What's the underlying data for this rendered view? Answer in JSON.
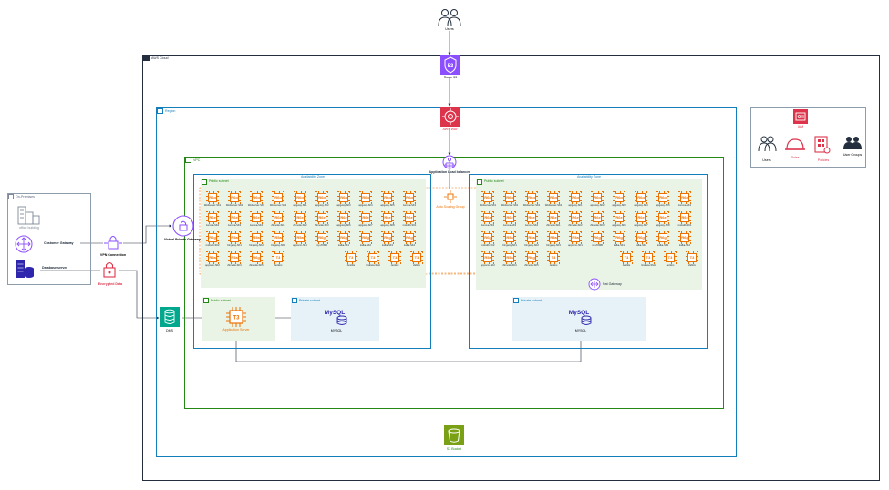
{
  "labels": {
    "users_top": "Users",
    "aws_cloud": "AWS Cloud",
    "route53": "Route 53",
    "route53_glyph": "53",
    "region": "Region",
    "waf": "AWS WAF",
    "vpc": "VPC",
    "alb": "Application Load balancer",
    "az": "Availability Zone",
    "autoscaling": "Auto Scaling Group",
    "public_subnet": "Public subnet",
    "private_subnet": "Private subnet",
    "nat": "Nat Gateway",
    "on_premises": "On-Premises",
    "office_building": "office building",
    "customer_gateway": "Customer Gateway",
    "database_server": "Database server",
    "vpn": "VPN Connection",
    "encrypted": "Encrypted Data",
    "vpg": "Virtual Private Gateway",
    "dms": "DMS",
    "app_server": "Application Server",
    "app_server_glyph": "T3",
    "mysql": "MYSQL",
    "mysql_glyph": "MySQL",
    "s3": "S3 Bucket",
    "iam": "IAM",
    "iam_users": "Users",
    "iam_roles": "Roles",
    "iam_policies": "Policies",
    "iam_groups": "User Groups"
  },
  "instances_left": [
    {
      "t": "R6g",
      "n": "Webserver-SK1"
    },
    {
      "t": "R6g",
      "n": "Webserver-SK2"
    },
    {
      "t": "R6g",
      "n": "Webserver-SK3"
    },
    {
      "t": "R6g",
      "n": "Webserver-SK4"
    },
    {
      "t": "R6g",
      "n": "apigway-SK1"
    },
    {
      "t": "R6g",
      "n": "apigway-SK2"
    },
    {
      "t": "R6g",
      "n": "apigway-SK3"
    },
    {
      "t": "R6g",
      "n": "apigway-SK4"
    },
    {
      "t": "R6g",
      "n": "apigway-SK5"
    },
    {
      "t": "R6g",
      "n": "Jenova-SK1"
    },
    {
      "t": "R6e",
      "n": "Jenova-SK2"
    },
    {
      "t": "R6e",
      "n": "Jenova-SK3"
    },
    {
      "t": "R6e",
      "n": "Jenova-SK4"
    },
    {
      "t": "R6e",
      "n": "Zkmode-SK1"
    },
    {
      "t": "R6e",
      "n": "Zkmode-SK2"
    },
    {
      "t": "R6e",
      "n": "Zkmode-SK3"
    },
    {
      "t": "R6e",
      "n": "apigway-SK6"
    },
    {
      "t": "R6e",
      "n": "apigway-SK7"
    },
    {
      "t": "R6e",
      "n": "apigway-SK8"
    },
    {
      "t": "R6e",
      "n": "rocksdb-SK1"
    },
    {
      "t": "R6g",
      "n": "rocksdb-SK2"
    },
    {
      "t": "R5a",
      "n": "Kingway-SK1"
    },
    {
      "t": "R5a",
      "n": "Kingway-SK2"
    },
    {
      "t": "R5a",
      "n": "Kingway-SK3"
    },
    {
      "t": "R5a",
      "n": "appsvrm-SK1"
    },
    {
      "t": "R6g",
      "n": "my-ZOMB"
    },
    {
      "t": "R6g",
      "n": "kafka-SK1"
    },
    {
      "t": "R6g",
      "n": "kafka-SK2"
    },
    {
      "t": "R6g",
      "n": "kafka-SK3"
    },
    {
      "t": "R6g",
      "n": "kafka-SK4"
    },
    {
      "t": "R5a",
      "n": "appsvrm-SK2"
    },
    {
      "t": "R5a",
      "n": "Zkmode-SK4"
    },
    {
      "t": "R6g",
      "n": "Zkmode-SK5"
    },
    {
      "t": "T3",
      "n": "Jenkins"
    },
    {
      "t": "T3",
      "n": "Ansible"
    },
    {
      "t": "T3",
      "n": "Grafana-SSH"
    },
    {
      "t": "T3",
      "n": "Jenkins"
    },
    {
      "t": "T3",
      "n": "Zabbix"
    }
  ],
  "instances_right": [
    {
      "t": "R6g",
      "n": "Webserver-SK1"
    },
    {
      "t": "R6g",
      "n": "Webserver-SK2"
    },
    {
      "t": "R6g",
      "n": "Webserver-SK3"
    },
    {
      "t": "R6g",
      "n": "Webserver-SK4"
    },
    {
      "t": "R6g",
      "n": "apigway-SK1"
    },
    {
      "t": "R6g",
      "n": "apigway-SK2"
    },
    {
      "t": "R6g",
      "n": "apigway-SK3"
    },
    {
      "t": "R6g",
      "n": "apigway-SK4"
    },
    {
      "t": "R6g",
      "n": "apigway-SK5"
    },
    {
      "t": "R6g",
      "n": "Jenova-SK1"
    },
    {
      "t": "R6e",
      "n": "Jenova-SK2"
    },
    {
      "t": "R6e",
      "n": "Jenova-SK3"
    },
    {
      "t": "R6e",
      "n": "Jenova-SK4"
    },
    {
      "t": "R6e",
      "n": "Zkmode-SK1"
    },
    {
      "t": "R6e",
      "n": "Zkmode-SK2"
    },
    {
      "t": "R6e",
      "n": "Zkmode-SK3"
    },
    {
      "t": "R6e",
      "n": "apigway-SK6"
    },
    {
      "t": "R6e",
      "n": "apigway-SK7"
    },
    {
      "t": "R6e",
      "n": "apigway-SK8"
    },
    {
      "t": "R6e",
      "n": "rocksdb-SK1"
    },
    {
      "t": "R6g",
      "n": "rocksdb-SK2"
    },
    {
      "t": "R5a",
      "n": "Kingway-SK1"
    },
    {
      "t": "R5a",
      "n": "Kingway-SK2"
    },
    {
      "t": "R5a",
      "n": "Kingway-SK3"
    },
    {
      "t": "R5a",
      "n": "appsvrm-SK1"
    },
    {
      "t": "R6g",
      "n": "my-ZOMB"
    },
    {
      "t": "R6g",
      "n": "kafka-SK1"
    },
    {
      "t": "R6g",
      "n": "kafka-SK2"
    },
    {
      "t": "R6g",
      "n": "kafka-SK3"
    },
    {
      "t": "R6g",
      "n": "kafka-SK4"
    },
    {
      "t": "R5a",
      "n": "appsvrm-SK2"
    },
    {
      "t": "R5a",
      "n": "Zkmode-SK4"
    },
    {
      "t": "R6g",
      "n": "Zkmode-SK5"
    },
    {
      "t": "T3",
      "n": "Jenkins"
    },
    {
      "t": "T3",
      "n": "Ansible"
    },
    {
      "t": "T3",
      "n": "Grafana-SSH"
    },
    {
      "t": "T3",
      "n": "Jenkins"
    },
    {
      "t": "T3",
      "n": "Zabbix"
    }
  ],
  "colors": {
    "aws_group": "#232f3e",
    "region": "#147eba",
    "vpc": "#248814",
    "az": "#147eba",
    "subnet_public": "#e9f3e6",
    "subnet_private": "#e6f2f8",
    "ec2": "#ed7100",
    "route53": "#8c4fff",
    "waf": "#dd344c",
    "vpc_service": "#8c4fff",
    "s3": "#7aa116",
    "dms": "#01a88d",
    "rds": "#2e27ad",
    "iam": "#dd344c"
  }
}
